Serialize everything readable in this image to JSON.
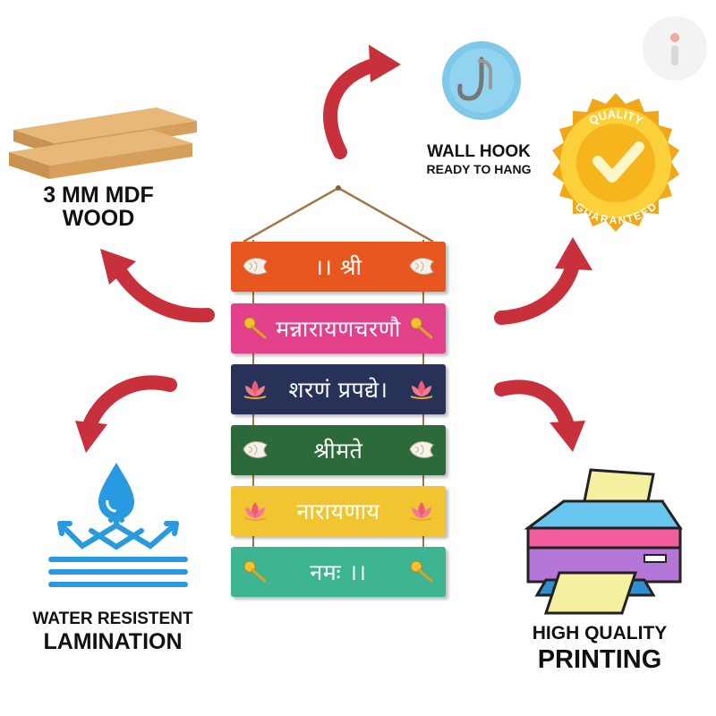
{
  "features": {
    "wood": {
      "line1": "3 MM MDF",
      "line2": "WOOD"
    },
    "hook": {
      "line1": "WALL HOOK",
      "line2": "READY TO HANG"
    },
    "quality_badge": {
      "top": "QUALITY",
      "bottom": "GUARANTEED"
    },
    "lamination": {
      "line1": "WATER RESISTENT",
      "line2": "LAMINATION"
    },
    "printing": {
      "line1": "HIGH QUALITY",
      "line2": "PRINTING"
    }
  },
  "planks": [
    {
      "text": "।। श्री",
      "color": "#e8561f",
      "symbol": "conch-icon"
    },
    {
      "text": "मन्नारायणचरणौ",
      "color": "#e2408b",
      "symbol": "mace-icon"
    },
    {
      "text": "शरणं प्रपद्ये।",
      "color": "#283258",
      "symbol": "lotus-icon"
    },
    {
      "text": "श्रीमते",
      "color": "#2c6a3a",
      "symbol": "conch-icon"
    },
    {
      "text": "नारायणाय",
      "color": "#f1c531",
      "symbol": "lotus-icon"
    },
    {
      "text": "नमः ।।",
      "color": "#3db492",
      "symbol": "mace-icon"
    }
  ],
  "colors": {
    "arrow": "#c8303b",
    "water": "#2a9ae0",
    "badge_gold": "#f0a818"
  }
}
